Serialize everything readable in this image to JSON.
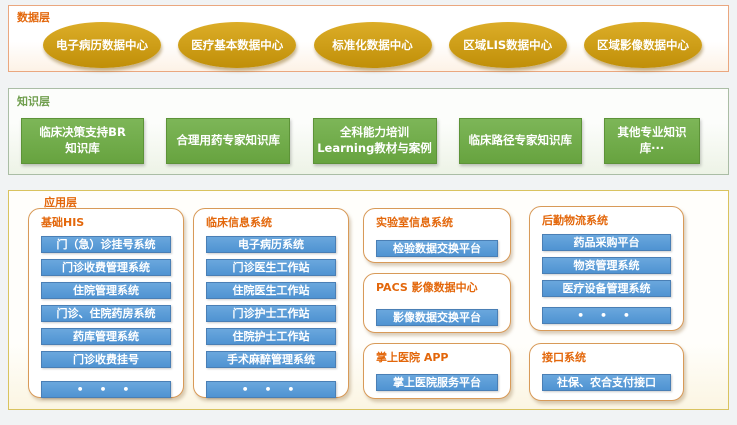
{
  "layers": {
    "data": {
      "label": "数据层",
      "nodes": [
        "电子病历数据中心",
        "医疗基本数据中心",
        "标准化数据中心",
        "区域LIS数据中心",
        "区域影像数据中心"
      ]
    },
    "knowledge": {
      "label": "知识层",
      "nodes": [
        "临床决策支持BR\n知识库",
        "合理用药专家知识库",
        "全科能力培训\nLearning教材与案例",
        "临床路径专家知识库",
        "其他专业知识\n库···"
      ]
    },
    "app": {
      "label": "应用层",
      "groups": [
        {
          "title": "基础HIS",
          "items": [
            "门（急）诊挂号系统",
            "门诊收费管理系统",
            "住院管理系统",
            "门诊、住院药房系统",
            "药库管理系统",
            "门诊收费挂号",
            "• • •"
          ]
        },
        {
          "title": "临床信息系统",
          "items": [
            "电子病历系统",
            "门诊医生工作站",
            "住院医生工作站",
            "门诊护士工作站",
            "住院护士工作站",
            "手术麻醉管理系统",
            "• • •"
          ]
        },
        {
          "title": "实验室信息系统",
          "items": [
            "检验数据交换平台"
          ]
        },
        {
          "title": "PACS 影像数据中心",
          "items": [
            "影像数据交换平台"
          ]
        },
        {
          "title": "掌上医院 APP",
          "items": [
            "掌上医院服务平台"
          ]
        },
        {
          "title": "后勤物流系统",
          "items": [
            "药品采购平台",
            "物资管理系统",
            "医疗设备管理系统",
            "• • •"
          ]
        },
        {
          "title": "接口系统",
          "items": [
            "社保、农合支付接口"
          ]
        }
      ]
    }
  },
  "colors": {
    "accent_orange_text": "#e3670b",
    "gold_ellipse": "#c9970e",
    "green_box": "#6fa94a",
    "blue_bar": "#5b9bd5",
    "data_layer_border": "#eaa77f",
    "knowledge_layer_border": "#aabda5",
    "app_layer_border": "#d9c35f",
    "group_border": "#d89a58"
  }
}
